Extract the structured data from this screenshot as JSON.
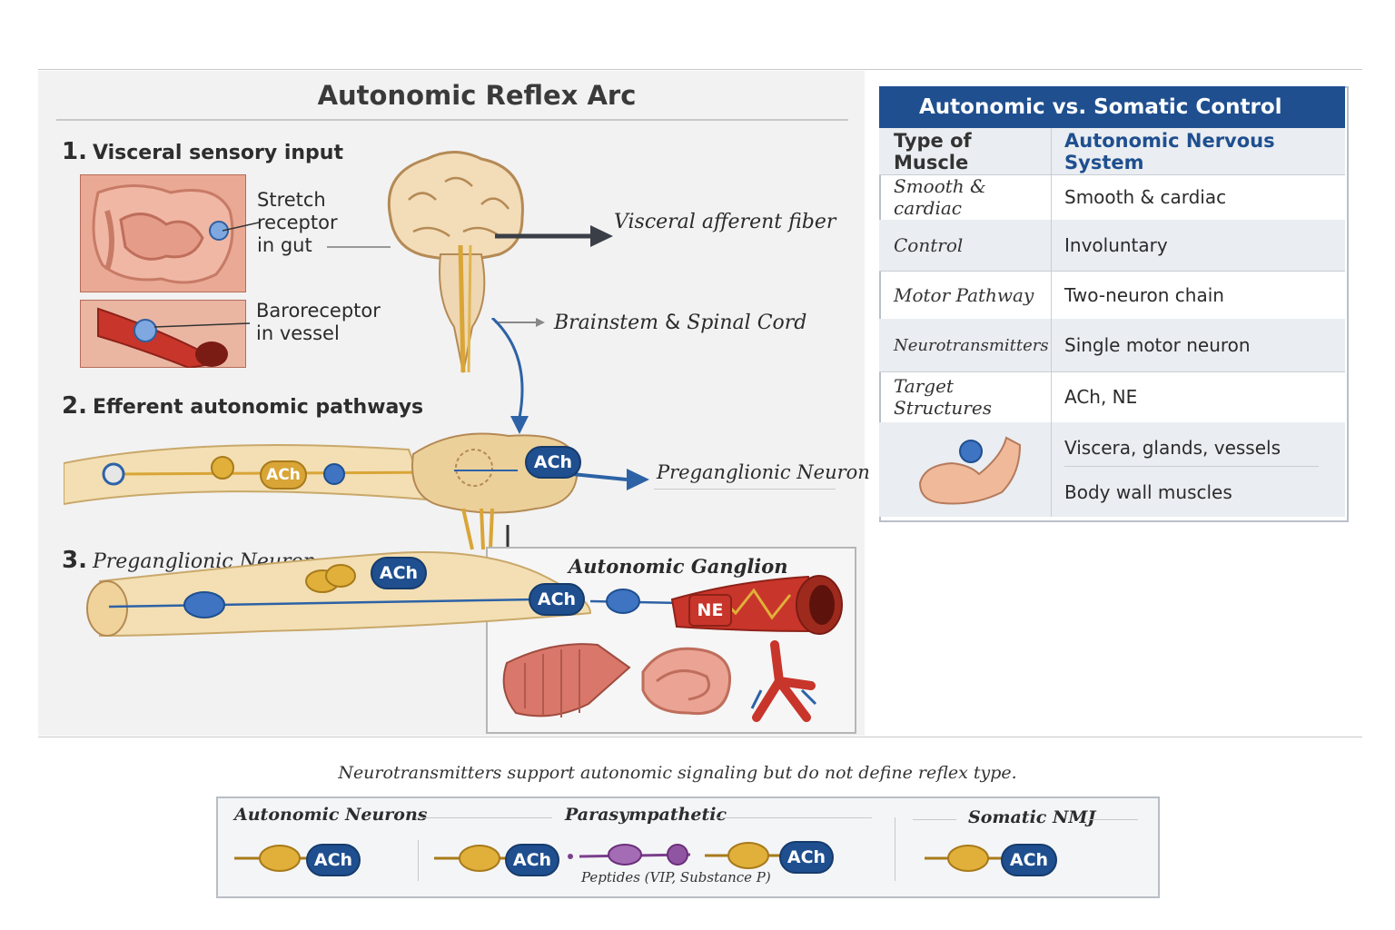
{
  "title": "Autonomic Reflex Arc",
  "steps": {
    "s1_num": "1.",
    "s1_text": "Visceral sensory input",
    "s2_num": "2.",
    "s2_text": "Efferent autonomic pathways",
    "s3_num": "3.",
    "s3_text": "Preganglionic Neuron"
  },
  "labels": {
    "stretch_1": "Stretch",
    "stretch_2": "receptor",
    "stretch_3": "in gut",
    "baro_1": "Baroreceptor",
    "baro_2": "in vessel",
    "visceral_afferent": "Visceral afferent fiber",
    "brainstem": "Brainstem",
    "brainstem_amp": "&",
    "spinal": "Spinal Cord",
    "preganglionic_right": "Preganglionic Neuron",
    "ganglion": "Autonomic Ganglion"
  },
  "signals": {
    "ach": "ACh",
    "ne": "NE"
  },
  "table": {
    "title": "Autonomic vs. Somatic Control",
    "header_left": "Type of Muscle",
    "header_right": "Autonomic Nervous System",
    "rows": [
      {
        "left": "Smooth & cardiac",
        "right": "Smooth & cardiac"
      },
      {
        "left": "Control",
        "right": "Involuntary"
      },
      {
        "left": "Motor Pathway",
        "right": "Two-neuron chain"
      },
      {
        "left": "Neurotransmitters",
        "right": "Single motor neuron"
      },
      {
        "left": "Target Structures",
        "right": "ACh, NE"
      }
    ],
    "last_right_1": "Viscera, glands, vessels",
    "last_right_2": "Body wall muscles"
  },
  "footer": {
    "note": "Neurotransmitters support autonomic signaling but do not define reflex type.",
    "col1": "Autonomic Neurons",
    "col2": "Parasympathetic",
    "col3": "Somatic NMJ",
    "peptides": "Peptides (VIP, Substance P)"
  },
  "colors": {
    "accent_blue": "#1f4f8f",
    "ne_red": "#c8352a",
    "neuron_gold": "#d9a536",
    "panel_gray": "#f2f2f2"
  }
}
